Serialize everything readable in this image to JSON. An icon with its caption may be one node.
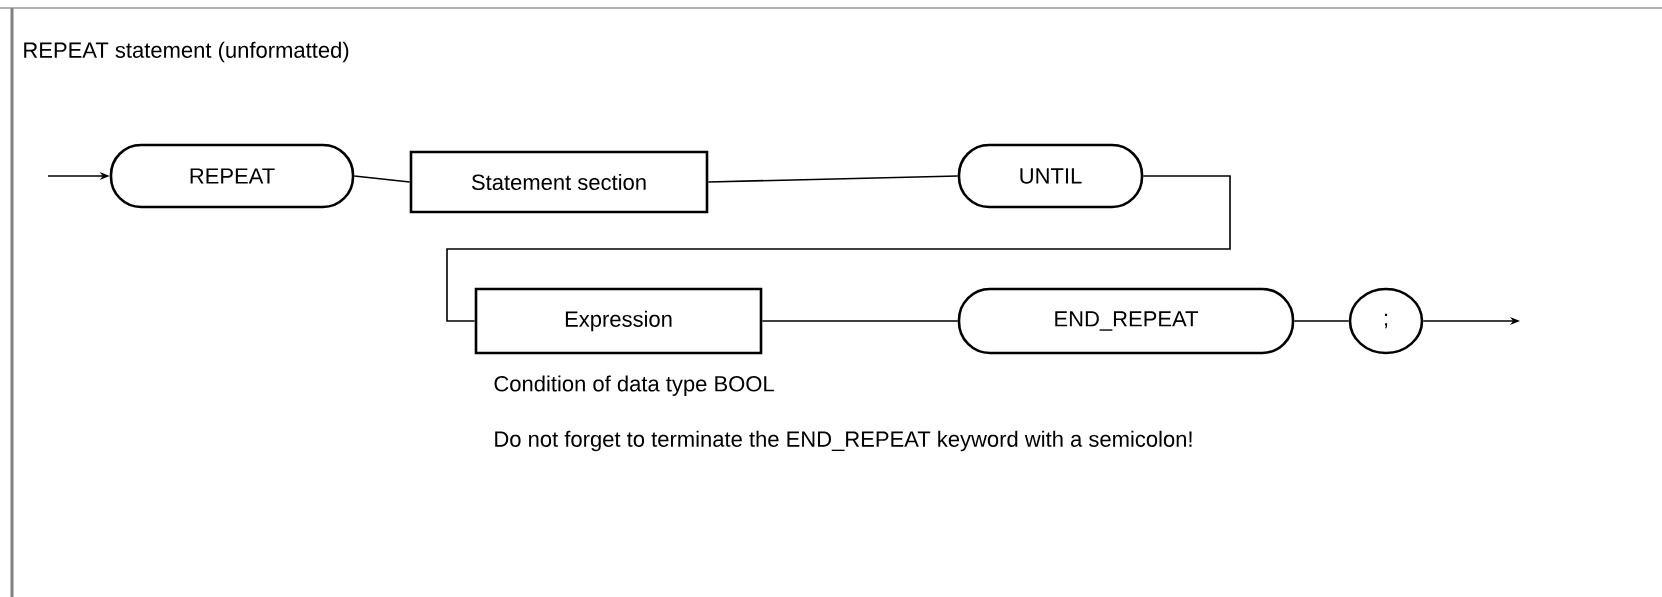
{
  "diagram": {
    "title": "REPEAT statement (unformatted)",
    "nodes": [
      {
        "text": [
          "REPEAT"
        ]
      },
      {
        "text": [
          "Statement section"
        ]
      },
      {
        "text": [
          "UNTIL"
        ]
      },
      {
        "text": [
          "Expression"
        ],
        "beside": [
          "Condition of data type BOOL"
        ]
      },
      {
        "text": [
          "END_REPEAT"
        ]
      },
      {
        "text": [
          ";"
        ]
      }
    ],
    "edges": [
      {
        "from": null,
        "to": 0,
        "arrow": "to"
      },
      {
        "from": 0,
        "to": 1,
        "arrow": "none"
      },
      {
        "from": 1,
        "to": 2,
        "arrow": "none"
      },
      {
        "from": 2,
        "to": 3,
        "arrow": "none"
      },
      {
        "from": 3,
        "to": 4,
        "arrow": "none"
      },
      {
        "from": 4,
        "to": 5,
        "arrow": "none"
      },
      {
        "from": 5,
        "to": null,
        "arrow": "to"
      }
    ],
    "labels": [
      "Do not forget to terminate the END_REPEAT keyword with a semicolon!"
    ]
  }
}
